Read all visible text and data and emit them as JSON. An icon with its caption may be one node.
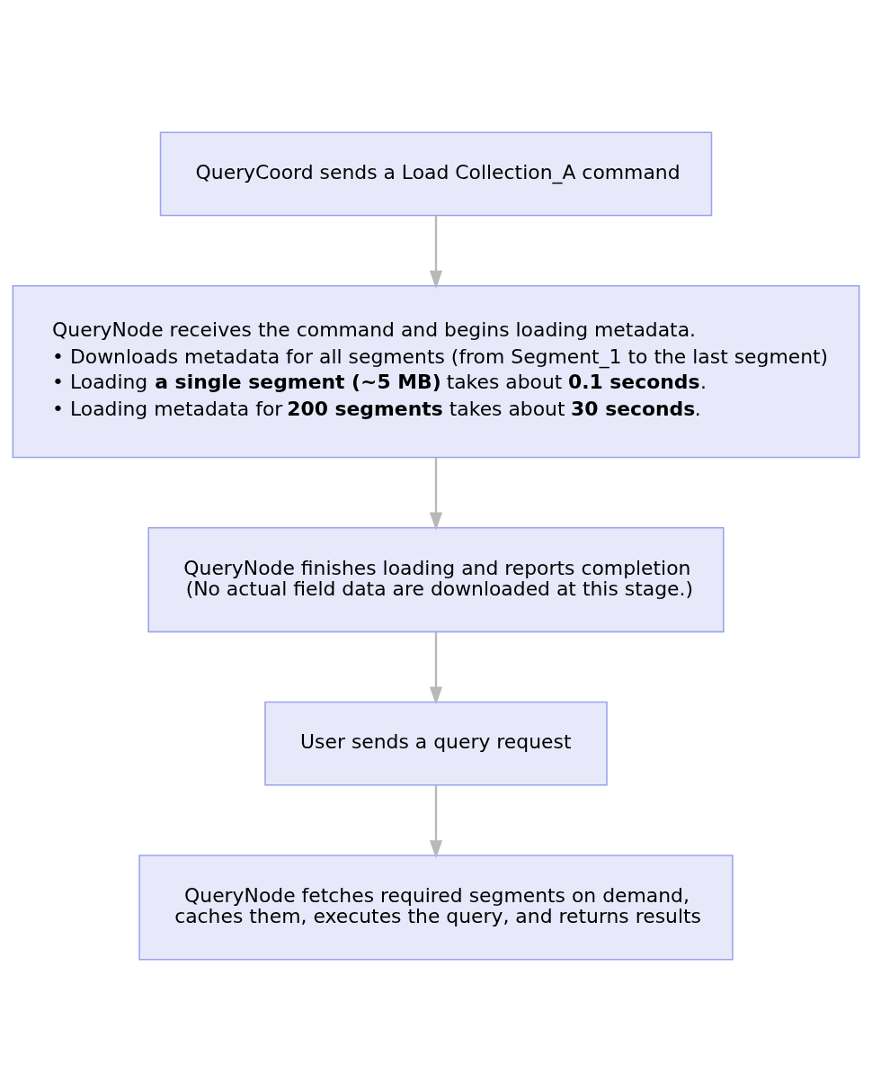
{
  "diagram": {
    "nodes": [
      {
        "text": [
          "QueryCoord sends a Load Collection_A command"
        ]
      },
      {
        "text": [
          "QueryNode receives the command and begins loading metadata.",
          "• Downloads metadata for all segments (from Segment_1 to the last segment)",
          "• Loading **a single segment (~5 MB)** takes about **0.1 seconds**.",
          "• Loading metadata for **200 segments** takes about **30 seconds**."
        ]
      },
      {
        "text": [
          "QueryNode finishes loading and reports completion",
          "(No actual field data are downloaded at this stage.)"
        ]
      },
      {
        "text": [
          "User sends a query request"
        ]
      },
      {
        "text": [
          "QueryNode fetches required segments on demand, caches them, executes the query, and returns results"
        ]
      }
    ],
    "edges": [
      {
        "from": 0,
        "to": 1,
        "arrow": "to"
      },
      {
        "from": 1,
        "to": 2,
        "arrow": "to"
      },
      {
        "from": 2,
        "to": 3,
        "arrow": "to"
      },
      {
        "from": 3,
        "to": 4,
        "arrow": "to"
      }
    ]
  }
}
